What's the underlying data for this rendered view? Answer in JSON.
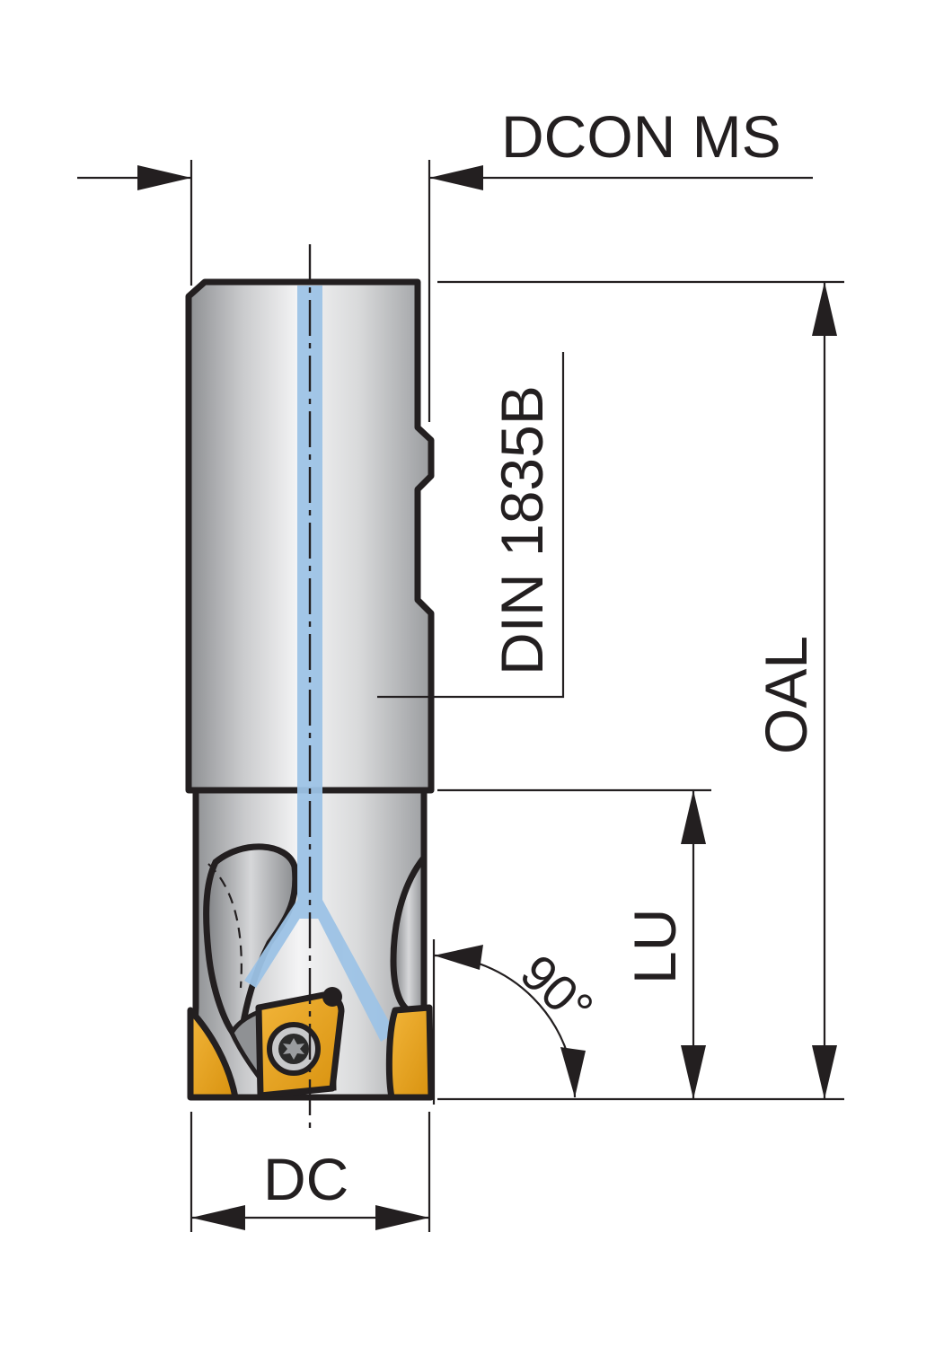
{
  "labels": {
    "dcon_ms": "DCON MS",
    "din": "DIN 1835B",
    "oal": "OAL",
    "lu": "LU",
    "angle": "90°",
    "dc": "DC"
  },
  "colors": {
    "line": "#231f20",
    "body_light": "#f1f1f2",
    "body_dark": "#9d9fa2",
    "coolant": "#9dc3e6",
    "insert": "#e8a317"
  }
}
